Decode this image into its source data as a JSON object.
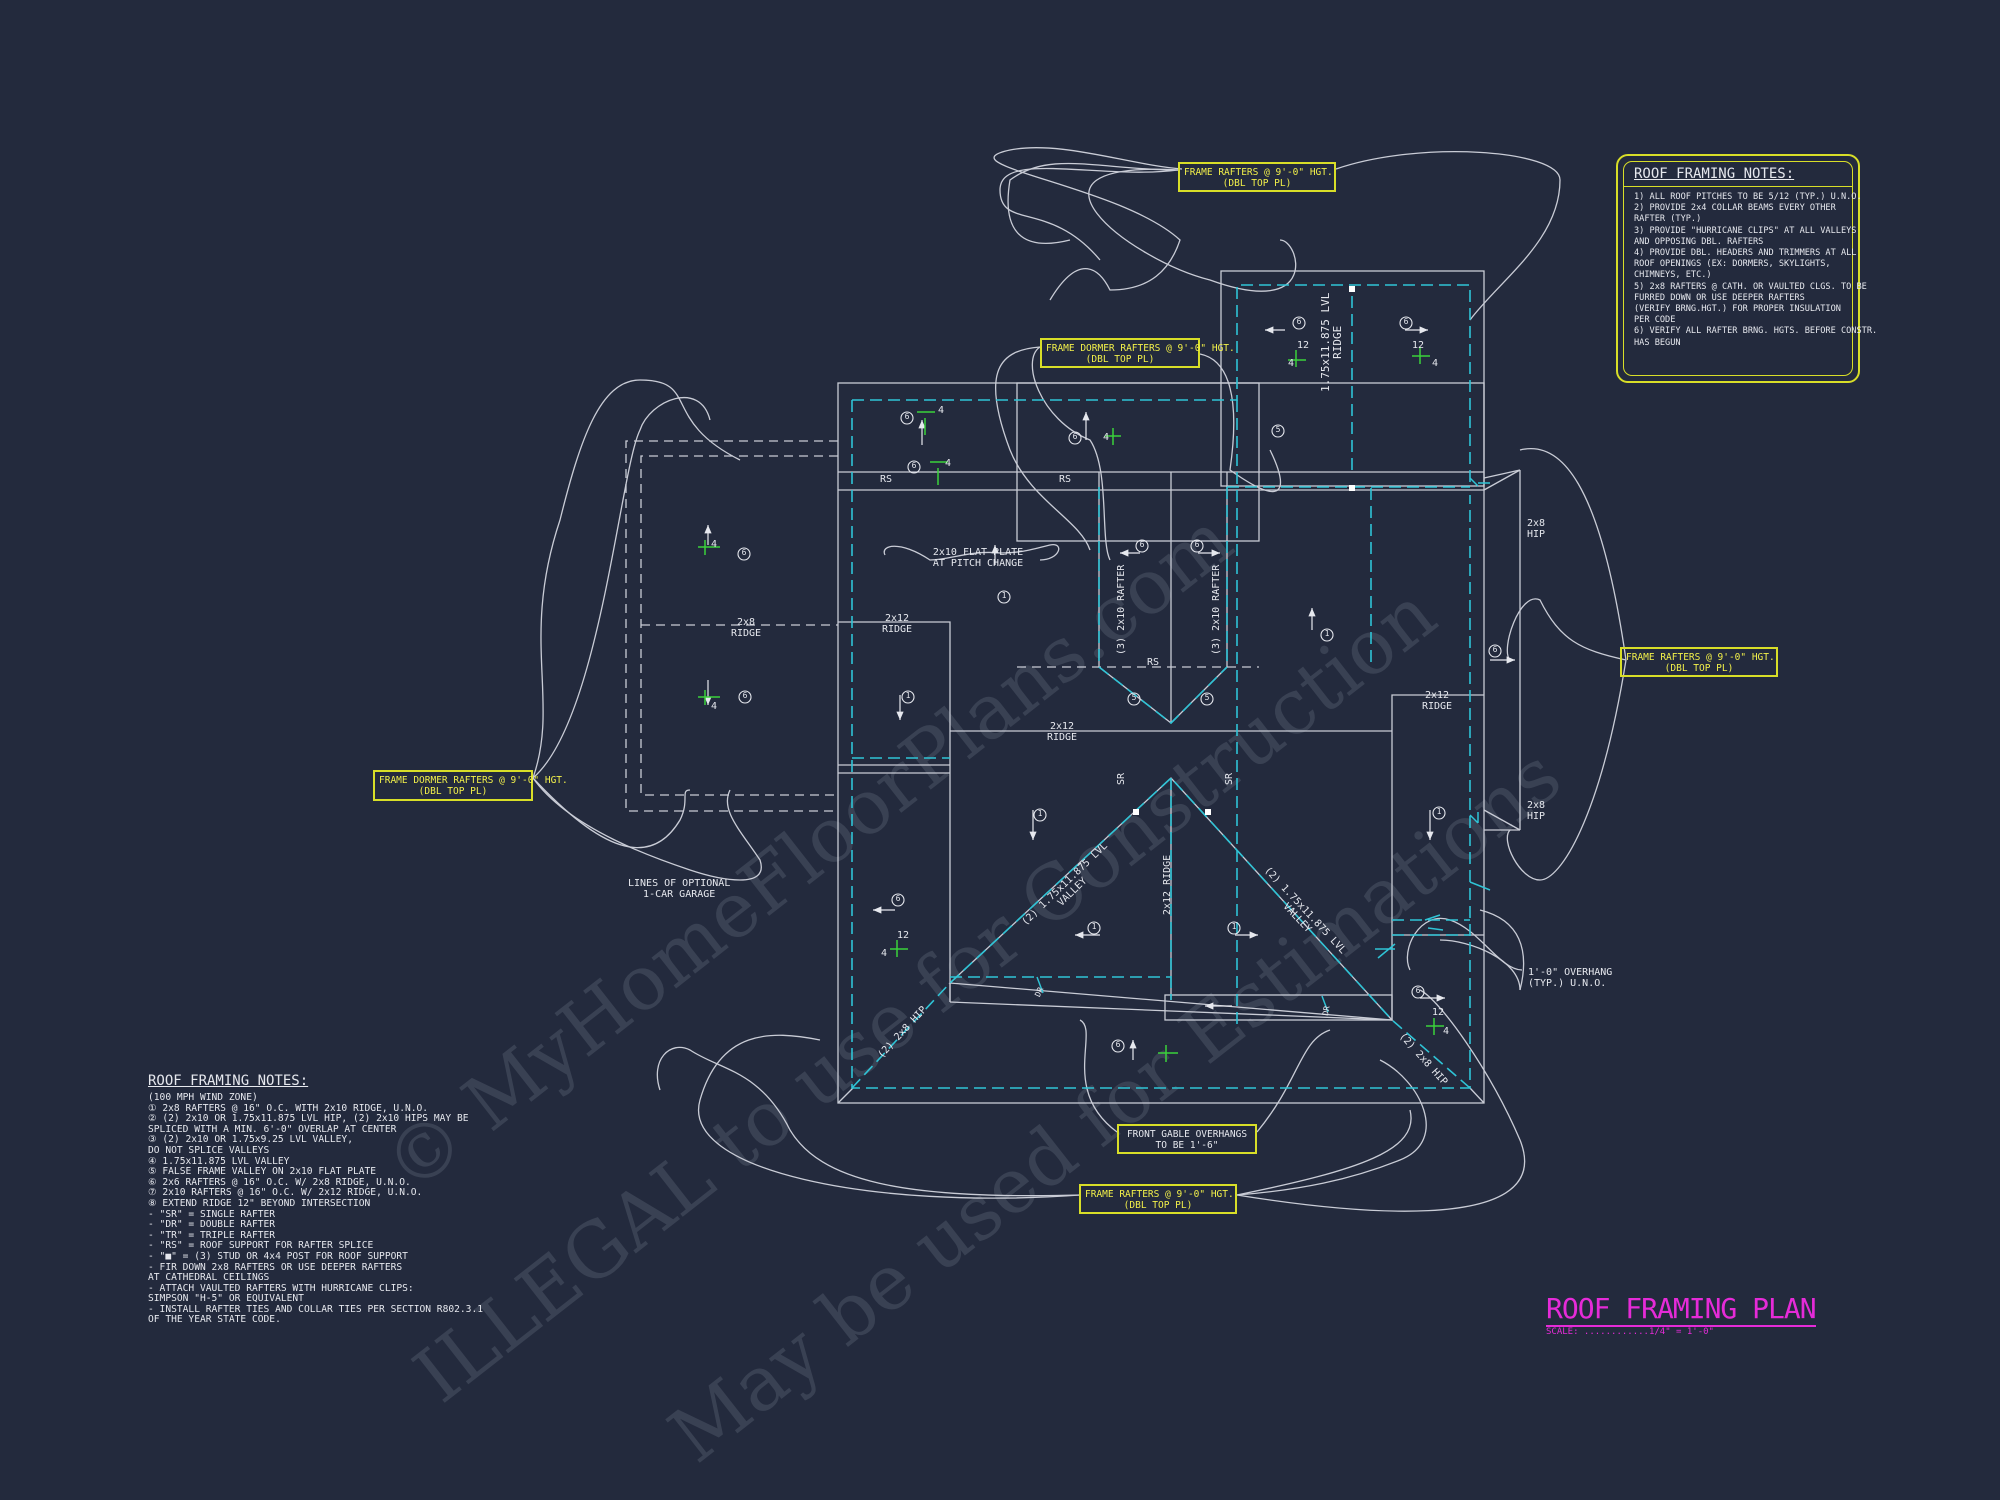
{
  "watermark": {
    "line1": "© MyHomeFloorPlans.com",
    "line2": "ILLEGAL to use for Construction",
    "line3": "May be used for Estimations"
  },
  "callouts": {
    "top_rafters": [
      "FRAME RAFTERS @ 9'-0\" HGT.",
      "(DBL TOP PL)"
    ],
    "dormer_top": [
      "FRAME DORMER RAFTERS @ 9'-0\" HGT.",
      "(DBL TOP PL)"
    ],
    "dormer_left": [
      "FRAME DORMER RAFTERS @ 9'-0\" HGT.",
      "(DBL TOP PL)"
    ],
    "right_rafters": [
      "FRAME RAFTERS @ 9'-0\" HGT.",
      "(DBL TOP PL)"
    ],
    "bottom_rafters": [
      "FRAME RAFTERS @ 9'-0\" HGT.",
      "(DBL TOP PL)"
    ],
    "front_gable": [
      "FRONT GABLE OVERHANGS",
      "TO BE 1'-6\""
    ]
  },
  "labels": {
    "garage": [
      "LINES OF OPTIONAL",
      "1-CAR GARAGE"
    ],
    "flat_plate": [
      "2x10 FLAT PLATE",
      "AT PITCH CHANGE"
    ],
    "overhang": [
      "1'-0\" OVERHANG",
      "(TYP.) U.N.O."
    ],
    "lvl_ridge": [
      "1.75x11.875 LVL",
      "RIDGE"
    ],
    "ridge_2x8": [
      "2x8",
      "RIDGE"
    ],
    "ridge_2x12_left": [
      "2x12",
      "RIDGE"
    ],
    "ridge_2x12_center": [
      "2x12",
      "RIDGE"
    ],
    "ridge_2x12_right": [
      "2x12",
      "RIDGE"
    ],
    "hip_2x8_top": [
      "2x8",
      "HIP"
    ],
    "hip_2x8_mid": [
      "2x8",
      "HIP"
    ],
    "rafter_3_2x10_left": "(3) 2x10 RAFTER",
    "rafter_3_2x10_right": "(3) 2x10 RAFTER",
    "valley_left": [
      "(2) 1.75x11.875 LVL",
      "VALLEY"
    ],
    "valley_right": [
      "(2) 1.75x11.875 LVL",
      "VALLEY"
    ],
    "ridge_2x12_vertical": "2x12 RIDGE",
    "hip_left_bottom": "(2) 2x8 HIP",
    "hip_right_bottom": "(2) 2x8 HIP",
    "rs": "RS",
    "sr": "SR",
    "dr": "DR"
  },
  "notes_right": {
    "heading": "ROOF FRAMING NOTES:",
    "lines": [
      "1) ALL ROOF PITCHES TO BE 5/12 (TYP.) U.N.O.",
      "2) PROVIDE 2x4 COLLAR BEAMS EVERY OTHER",
      "   RAFTER (TYP.)",
      "3) PROVIDE \"HURRICANE CLIPS\" AT ALL VALLEYS",
      "   AND OPPOSING DBL. RAFTERS",
      "4) PROVIDE DBL. HEADERS AND TRIMMERS AT ALL",
      "   ROOF OPENINGS (EX: DORMERS, SKYLIGHTS,",
      "   CHIMNEYS, ETC.)",
      "5) 2x8 RAFTERS @ CATH. OR VAULTED CLGS. TO BE",
      "   FURRED DOWN OR USE DEEPER RAFTERS",
      "   (VERIFY BRNG.HGT.) FOR PROPER INSULATION",
      "   PER CODE",
      "6) VERIFY ALL RAFTER BRNG. HGTS. BEFORE CONSTR.",
      "   HAS BEGUN"
    ]
  },
  "notes_left": {
    "heading": "ROOF FRAMING NOTES:",
    "lines": [
      "  (100 MPH WIND ZONE)",
      "① 2x8 RAFTERS @ 16\" O.C. WITH 2x10 RIDGE, U.N.O.",
      "② (2) 2x10 OR 1.75x11.875 LVL HIP, (2) 2x10 HIPS MAY BE",
      "  SPLICED WITH A MIN. 6'-0\" OVERLAP AT CENTER",
      "③ (2) 2x10 OR 1.75x9.25 LVL VALLEY,",
      "  DO NOT SPLICE VALLEYS",
      "④ 1.75x11.875 LVL VALLEY",
      "⑤ FALSE FRAME VALLEY ON 2x10 FLAT PLATE",
      "⑥ 2x6 RAFTERS @ 16\" O.C. W/ 2x8 RIDGE, U.N.O.",
      "⑦ 2x10 RAFTERS @ 16\" O.C. W/ 2x12 RIDGE, U.N.O.",
      "⑧ EXTEND RIDGE 12\" BEYOND INTERSECTION",
      "-  \"SR\" = SINGLE RAFTER",
      "-  \"DR\" = DOUBLE RAFTER",
      "-  \"TR\" = TRIPLE RAFTER",
      "-  \"RS\" = ROOF SUPPORT FOR RAFTER SPLICE",
      "-  \"■\" = (3) STUD OR 4x4 POST FOR ROOF SUPPORT",
      "-  FIR DOWN 2x8 RAFTERS OR USE DEEPER RAFTERS",
      "   AT CATHEDRAL CEILINGS",
      "-  ATTACH VAULTED RAFTERS WITH HURRICANE CLIPS:",
      "   SIMPSON \"H-5\" OR EQUIVALENT",
      "-  INSTALL RAFTER TIES AND COLLAR TIES PER SECTION R802.3.1",
      "   OF THE YEAR STATE CODE."
    ]
  },
  "title": {
    "text": "ROOF FRAMING PLAN",
    "scale": "SCALE: ............1/4\" = 1'-0\""
  },
  "pitch": {
    "rise": "4",
    "run": "12"
  },
  "markers": [
    "1",
    "5",
    "6"
  ],
  "colors": {
    "background": "#232a3d",
    "linework": "#c9ccd6",
    "dashed": "#2fc4d6",
    "callout": "#d8de28",
    "title": "#e52bd8",
    "pitch": "#3bd13b"
  }
}
